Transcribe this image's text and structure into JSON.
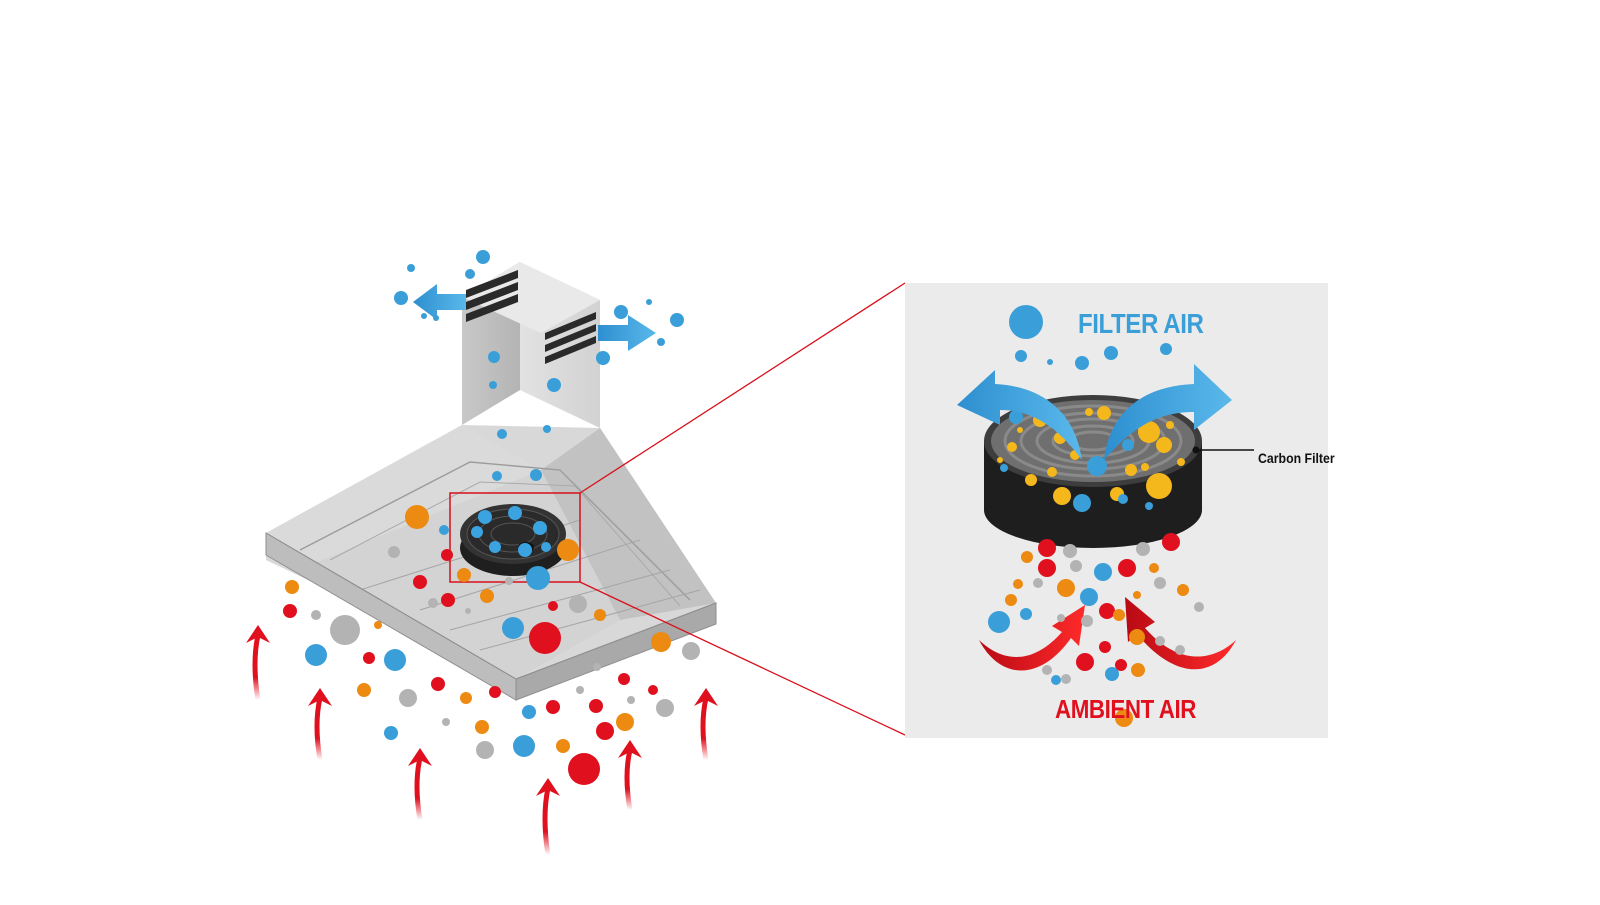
{
  "labels": {
    "filter_air": "FILTER AIR",
    "ambient_air": "AMBIENT AIR",
    "carbon_filter": "Carbon Filter"
  },
  "colors": {
    "filter_air_blue": "#3a9fd8",
    "ambient_air_red": "#e0101e",
    "grease_orange": "#ec8a12",
    "particle_gray": "#b3b3b3",
    "hood_gray": "#cfcfcf",
    "callout_panel": "#ebebeb",
    "carbon_filter_black": "#2a2a2a",
    "debris_yellow": "#f4b81c"
  }
}
